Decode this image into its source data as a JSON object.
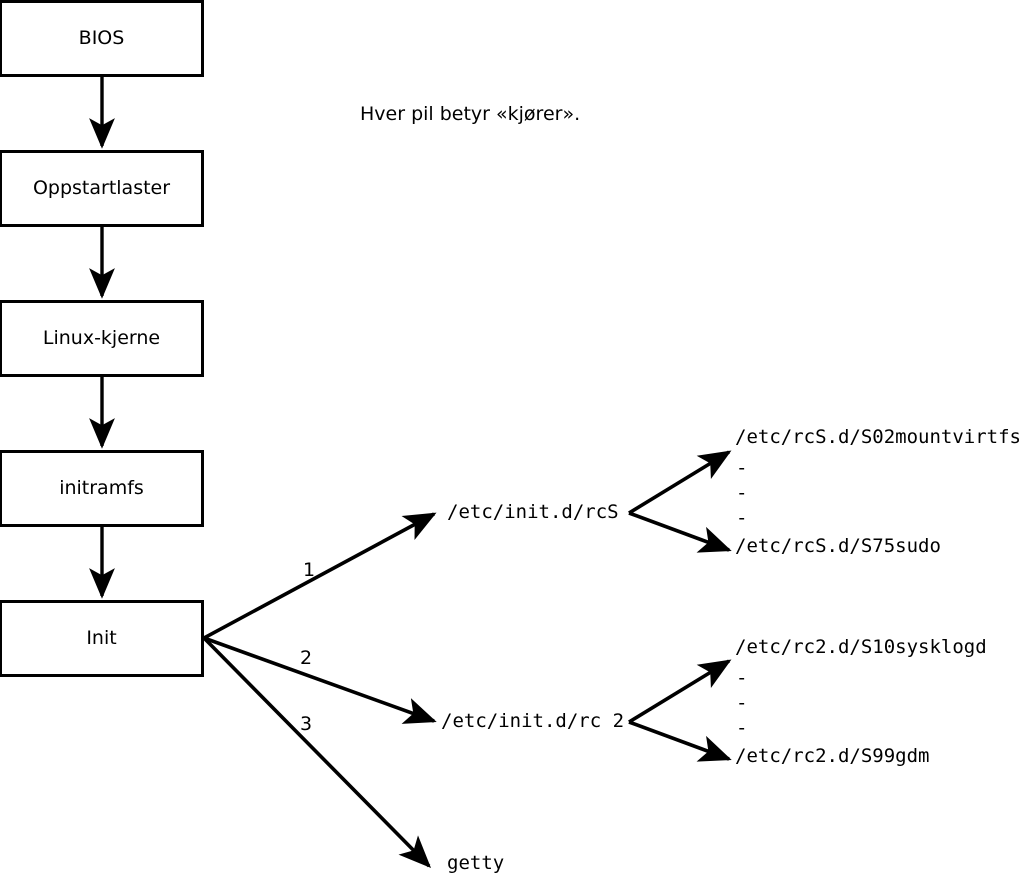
{
  "diagram": {
    "caption": "Hver pil betyr «kjører».",
    "boot_chain": [
      {
        "label": "BIOS"
      },
      {
        "label": "Oppstartlaster"
      },
      {
        "label": "Linux-kjerne"
      },
      {
        "label": "initramfs"
      },
      {
        "label": "Init"
      }
    ],
    "init_branches": [
      {
        "number": "1",
        "target": "/etc/init.d/rcS"
      },
      {
        "number": "2",
        "target": "/etc/init.d/rc 2"
      },
      {
        "number": "3",
        "target": "getty"
      }
    ],
    "rcs_scripts": {
      "first": "/etc/rcS.d/S02mountvirtfs",
      "ellipsis": [
        "-",
        "-",
        "-"
      ],
      "last": "/etc/rcS.d/S75sudo"
    },
    "rc2_scripts": {
      "first": "/etc/rc2.d/S10sysklogd",
      "ellipsis": [
        "-",
        "-",
        "-"
      ],
      "last": "/etc/rc2.d/S99gdm"
    },
    "colors": {
      "stroke": "#000000",
      "fill": "#ffffff",
      "text": "#000000"
    }
  }
}
